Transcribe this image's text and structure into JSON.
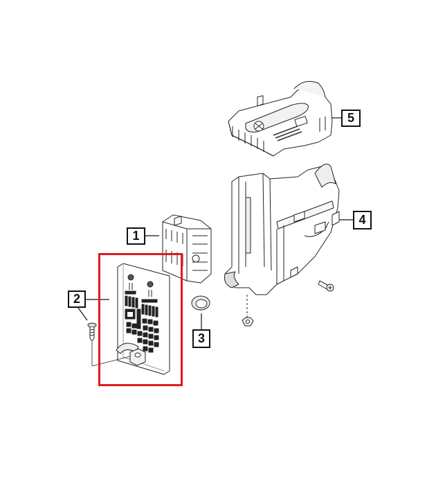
{
  "diagram": {
    "type": "exploded-parts-diagram",
    "highlight_color": "#e01b1b",
    "line_color": "#111111",
    "callouts": [
      {
        "id": "1",
        "label": "1",
        "part": "fuse-relay-block"
      },
      {
        "id": "2",
        "label": "2",
        "part": "fuse-label-card-with-clip-and-screw"
      },
      {
        "id": "3",
        "label": "3",
        "part": "grommet-ring"
      },
      {
        "id": "4",
        "label": "4",
        "part": "power-distribution-center-tray"
      },
      {
        "id": "5",
        "label": "5",
        "part": "power-distribution-center-cover"
      }
    ],
    "highlighted_callout": "2"
  }
}
